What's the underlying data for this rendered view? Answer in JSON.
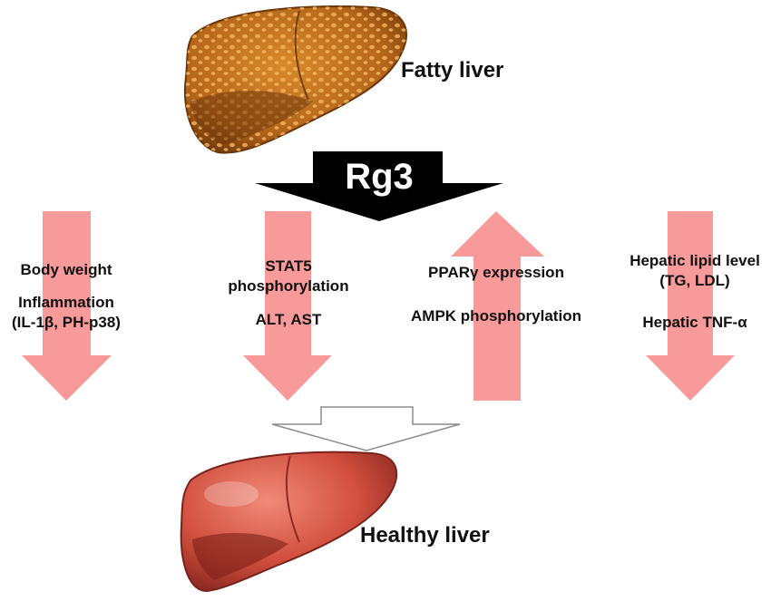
{
  "top_liver": {
    "label": "Fatty liver",
    "icon": "fatty-liver-icon",
    "color": "#b86a14"
  },
  "bottom_liver": {
    "label": "Healthy liver",
    "icon": "healthy-liver-icon",
    "color": "#c9463c"
  },
  "treatment": {
    "label": "Rg3",
    "arrow_color": "#000000"
  },
  "effects": [
    {
      "direction": "decrease",
      "lines": [
        "Body weight",
        "",
        "Inflammation",
        "(IL-1β, PH-p38)"
      ]
    },
    {
      "direction": "decrease",
      "lines": [
        "STAT5",
        "phosphorylation",
        "",
        "ALT, AST"
      ]
    },
    {
      "direction": "increase",
      "lines": [
        "PPARγ expression",
        "",
        "AMPK phosphorylation"
      ]
    },
    {
      "direction": "decrease",
      "lines": [
        "Hepatic lipid level",
        "(TG, LDL)",
        "",
        "Hepatic TNF-α"
      ]
    }
  ],
  "colors": {
    "effect_arrow": "#f99a9a",
    "outcome_arrow_fill": "#ffffff",
    "outcome_arrow_stroke": "#8c8c8c"
  }
}
